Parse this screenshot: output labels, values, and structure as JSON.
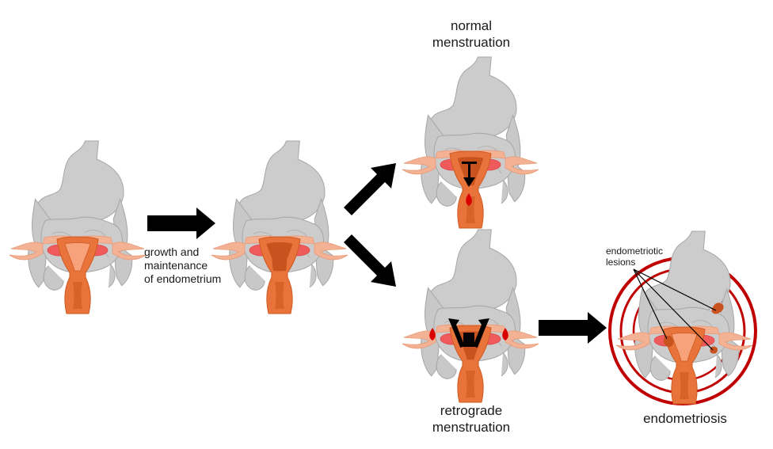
{
  "labels": {
    "growth": "growth and\nmaintenance\nof endometrium",
    "normal": "normal\nmenstruation",
    "retrograde": "retrograde\nmenstruation",
    "lesions": "endometriotic\nlesions",
    "endometriosis": "endometriosis"
  },
  "colors": {
    "organ_gray": "#cccccc",
    "organ_gray_stroke": "#a8a8a8",
    "tube_pink": "#f4b295",
    "ovary_red": "#ef5b5b",
    "uterus_outer": "#e8743b",
    "uterus_inner": "#c8531f",
    "uterus_light": "#f7a27a",
    "blood_red": "#d90000",
    "ring_red": "#c00000",
    "arrow_black": "#000000"
  }
}
